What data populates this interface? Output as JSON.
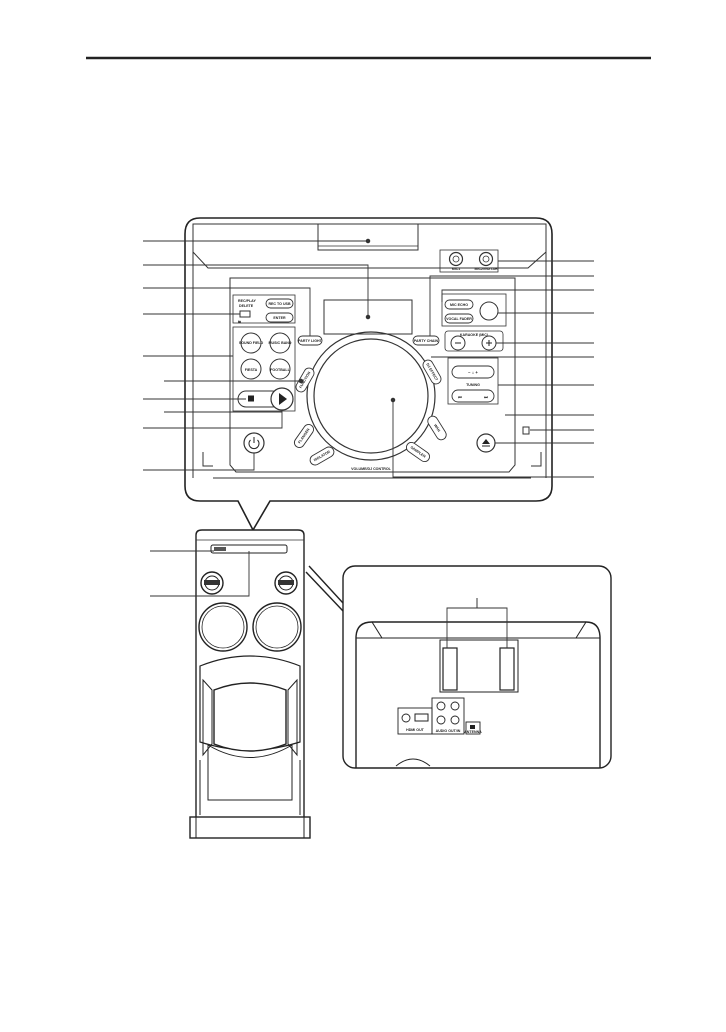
{
  "front_panel": {
    "buttons": {
      "rec_to_usb": "REC TO USB",
      "enter": "ENTER",
      "sound_field": "SOUND FIELD",
      "music_band": "MUSIC BAND",
      "fiesta": "FIESTA",
      "football": "FOOTBALL",
      "party_light": "PARTY LIGHT",
      "party_chain": "PARTY CHAIN",
      "function": "FUNCTION",
      "mic_echo": "MIC ECHO",
      "vocal_fader": "VOCAL FADER",
      "dj_effect": "DJ EFFECT",
      "flanger": "FLANGER",
      "isolator": "ISOLATOR",
      "wah": "WAH",
      "sampler": "SAMPLER"
    },
    "labels": {
      "rec_play": "REC/PLAY",
      "rec_play_2": "DELETE",
      "mic1": "MIC1",
      "mic2": "MIC2/GUITAR",
      "karaoke": "KARAOKE (MIC)",
      "tuning": "TUNING",
      "volume": "VOLUME/DJ CONTROL"
    }
  },
  "rear_panel": {
    "labels": {
      "hdmi": "HDMI OUT",
      "audio": "AUDIO OUT/IN",
      "antenna": "ANTENNA"
    }
  },
  "icons": [
    "power-icon",
    "stop-icon",
    "play-icon",
    "eject-icon",
    "usb-icon",
    "minus-icon",
    "plus-icon",
    "prev-icon",
    "next-icon"
  ]
}
